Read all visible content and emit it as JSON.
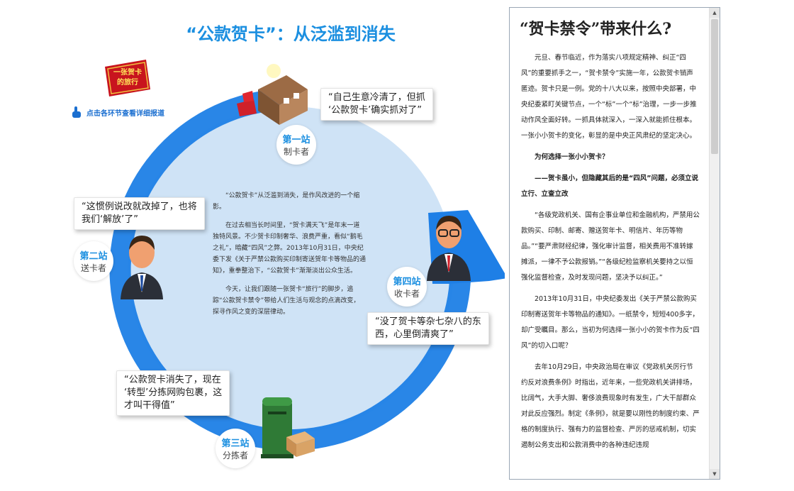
{
  "header": {
    "title": "“公款贺卡”：从泛滥到消失"
  },
  "badge": {
    "line1": "一张贺卡",
    "line2": "的旅行"
  },
  "hint": {
    "text": "点击各环节查看详细报道"
  },
  "stations": [
    {
      "name": "第一站",
      "role": "制卡者",
      "quote_lines": [
        "“自己生意冷清了，但抓",
        "‘公款贺卡’确实抓对了”"
      ]
    },
    {
      "name": "第二站",
      "role": "送卡者",
      "quote_lines": [
        "“这惯例说改就改掉了，也将",
        "我们‘解放’了”"
      ]
    },
    {
      "name": "第三站",
      "role": "分拣者",
      "quote_lines": [
        "“公款贺卡消失了，现在",
        "‘转型’分拣网购包裹，这",
        "才叫干得值”"
      ]
    },
    {
      "name": "第四站",
      "role": "收卡者",
      "quote_lines": [
        "“没了贺卡等杂七杂八的东",
        "西，心里倒清爽了”"
      ]
    }
  ],
  "center": {
    "paragraphs": [
      "“公款贺卡”从泛滥到消失，是作风改进的一个缩影。",
      "在过去相当长时间里，“贺卡满天飞”是年末一道独特风景。不少贺卡印制奢华、浪费严重，看似“鹅毛之礼”，暗藏“四风”之弊。2013年10月31日，中央纪委下发《关于严禁公款购买印制寄送贺年卡等物品的通知》，重拳整治下，“公款贺卡”渐渐淡出公众生活。",
      "今天，让我们跟随一张贺卡“旅行”的脚步，追踪“公款贺卡禁令”带给人们生活与观念的点滴改变，探寻作风之变的深层律动。"
    ]
  },
  "panel": {
    "title": "“贺卡禁令”带来什么?",
    "paragraphs": [
      {
        "text": "元旦、春节临近，作为落实八项规定精神、纠正“四风”的重要抓手之一，“贺卡禁令”实施一年，公款贺卡销声匿迹。贺卡只是一例。党的十八大以来，按照中央部署，中央纪委紧盯关键节点，一个“标”一个“标”治理，一步一步推动作风全面好转。一抓具体就深入，一深入就能抓住根本。一张小小贺卡的变化，彰显的是中央正风肃纪的坚定决心。",
        "bold": false
      },
      {
        "text": "为何选择一张小小贺卡？",
        "bold": true
      },
      {
        "text": "——贺卡虽小，但隐藏其后的是“四风”问题，必须立说立行、立查立改",
        "bold": true
      },
      {
        "text": "“各级党政机关、国有企事业单位和金融机构，严禁用公款购买、印制、邮寄、赠送贺年卡、明信片、年历等物品。”“要严肃财经纪律，强化审计监督，相关费用不准转嫁摊派，一律不予公款报销。”“各级纪检监察机关要持之以恒强化监督检查，及时发现问题，坚决予以纠正。”",
        "bold": false
      },
      {
        "text": "2013年10月31日，中央纪委发出《关于严禁公款购买印制寄送贺年卡等物品的通知》。一纸禁令，短短400多字，却广受瞩目。那么，当初为何选择一张小小的贺卡作为反“四风”的切入口呢？",
        "bold": false
      },
      {
        "text": "去年10月29日，中央政治局在审议《党政机关厉行节约反对浪费条例》时指出，近年来，一些党政机关讲排场，比阔气，大手大脚、奢侈浪费现象时有发生，广大干部群众对此反应强烈。制定《条例》，就是要以刚性的制度约束、严格的制度执行、强有力的监督检查、严厉的惩戒机制，切实遏制公务支出和公款消费中的各种违纪违规",
        "bold": false
      }
    ]
  },
  "colors": {
    "accent": "#1b8fe0",
    "arrow": "#1e7fe6",
    "circle": "#cfe3f6",
    "badge": "#c8141e"
  }
}
